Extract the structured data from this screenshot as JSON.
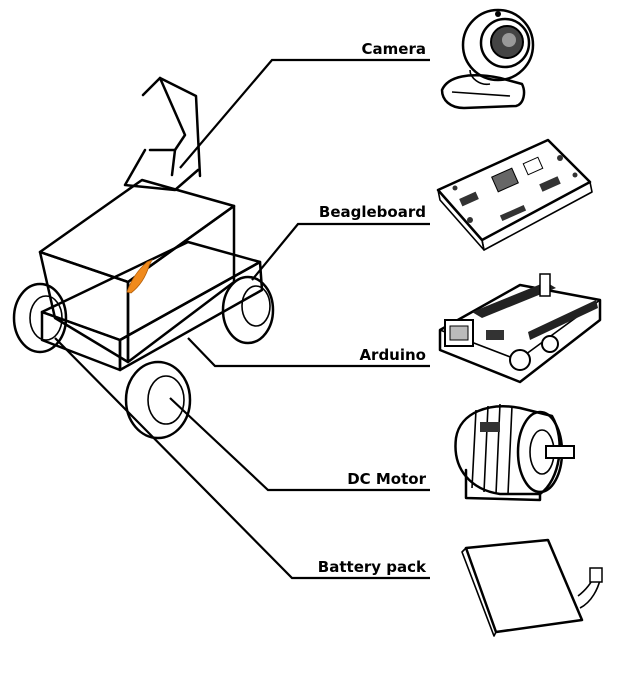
{
  "labels": {
    "camera": "Camera",
    "beagleboard": "Beagleboard",
    "arduino": "Arduino",
    "dc_motor": "DC Motor",
    "battery_pack": "Battery pack"
  },
  "colors": {
    "line": "#000000",
    "fish": "#f08a1c",
    "background": "#ffffff"
  }
}
